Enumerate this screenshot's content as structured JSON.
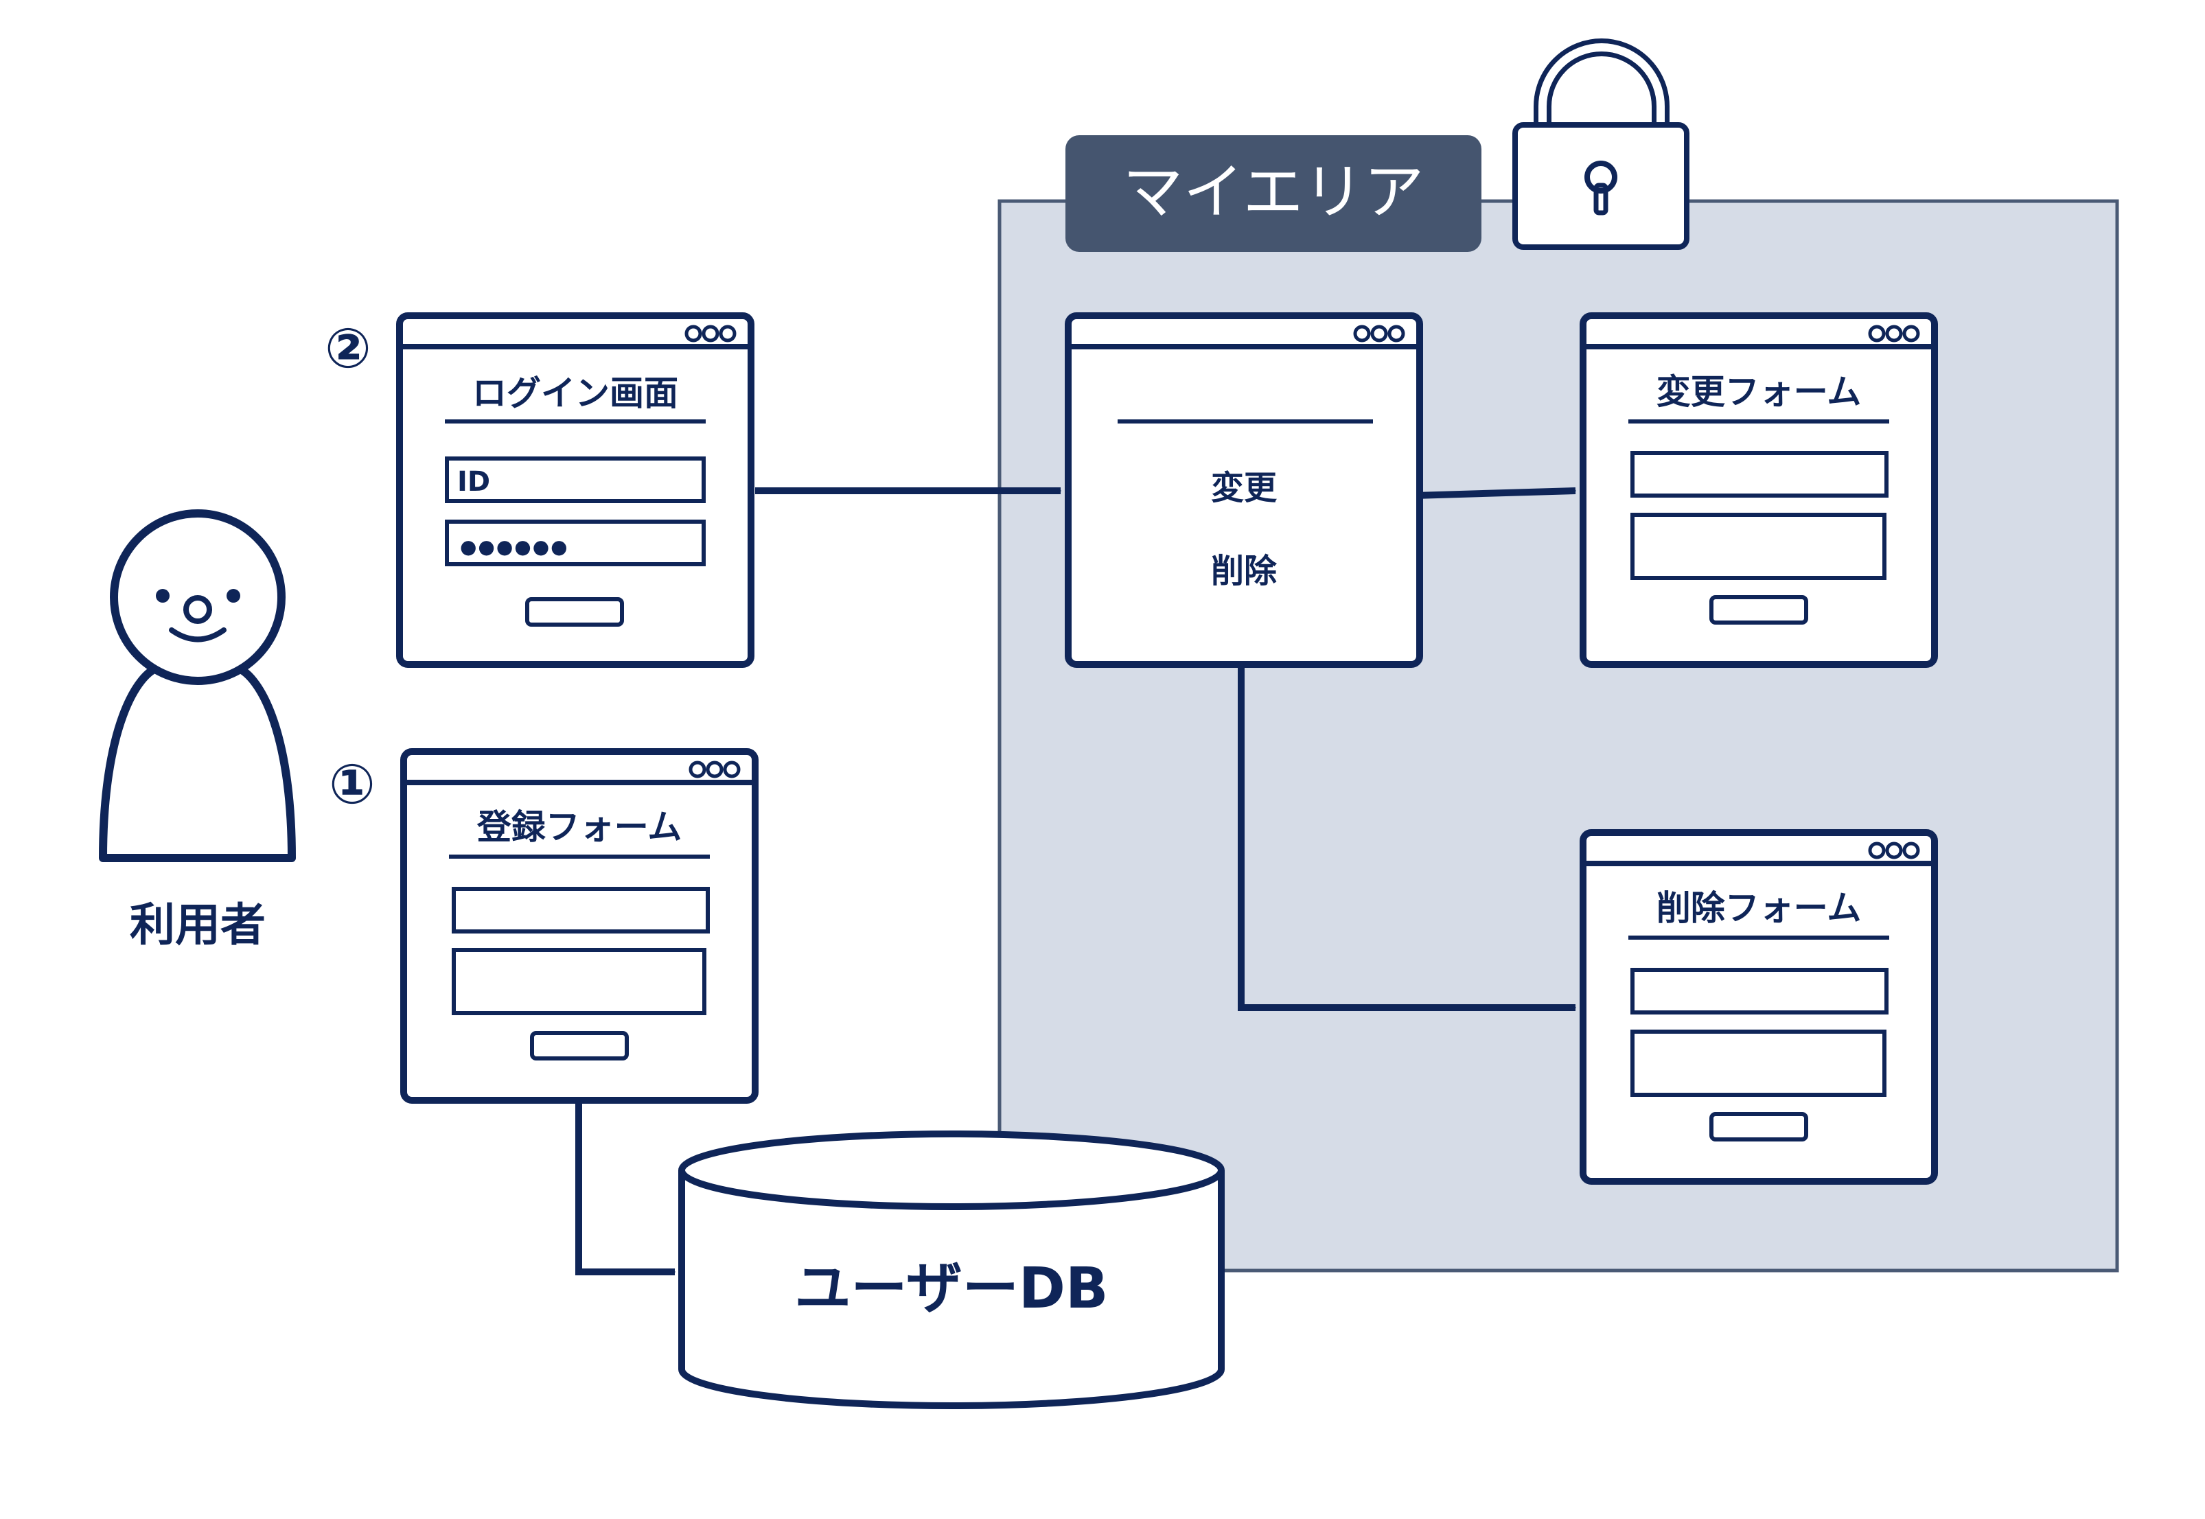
{
  "colors": {
    "navy": "#0f2558",
    "area_fill": "#d6dce7",
    "area_border": "#4a5a75",
    "tag_bg": "#45556f",
    "white": "#ffffff"
  },
  "user": {
    "label": "利用者",
    "icon": "person-icon"
  },
  "steps": {
    "step1": "①",
    "step2": "②"
  },
  "login_window": {
    "title": "ログイン画面",
    "id_field": "ID",
    "password_field": "●●●●●●",
    "icon": "browser-window-icon"
  },
  "register_window": {
    "title": "登録フォーム",
    "icon": "browser-window-icon"
  },
  "my_area": {
    "label": "マイエリア",
    "lock_icon": "padlock-icon"
  },
  "menu_window": {
    "change_link": "変更",
    "delete_link": "削除",
    "icon": "browser-window-icon"
  },
  "change_form": {
    "title": "変更フォーム",
    "icon": "browser-window-icon"
  },
  "delete_form": {
    "title": "削除フォーム",
    "icon": "browser-window-icon"
  },
  "database": {
    "label": "ユーザーDB",
    "icon": "database-cylinder-icon"
  }
}
